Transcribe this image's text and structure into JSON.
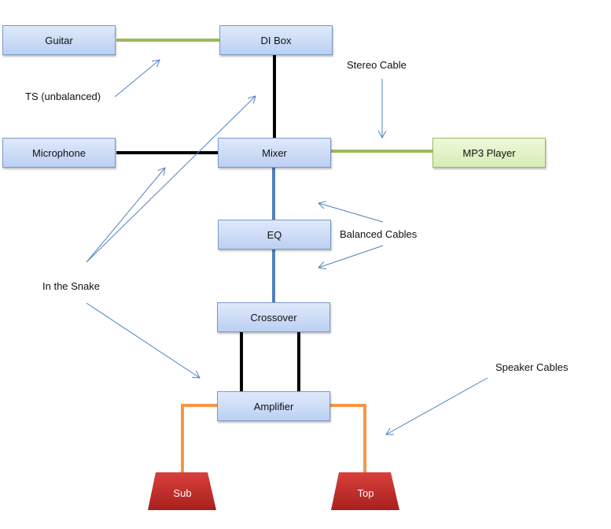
{
  "nodes": {
    "guitar": "Guitar",
    "di_box": "DI Box",
    "microphone": "Microphone",
    "mixer": "Mixer",
    "mp3_player": "MP3 Player",
    "eq": "EQ",
    "crossover": "Crossover",
    "amplifier": "Amplifier",
    "sub": "Sub",
    "top": "Top"
  },
  "annotations": {
    "ts": "TS (unbalanced)",
    "stereo": "Stereo Cable",
    "snake": "In the Snake",
    "balanced": "Balanced Cables",
    "speaker": "Speaker Cables"
  },
  "colors": {
    "unbalanced_cable": "#9bbb59",
    "snake_cable": "#000000",
    "balanced_cable": "#4f81bd",
    "speaker_cable": "#f79646",
    "speaker": "#c0312e",
    "arrow": "#4f81bd"
  }
}
